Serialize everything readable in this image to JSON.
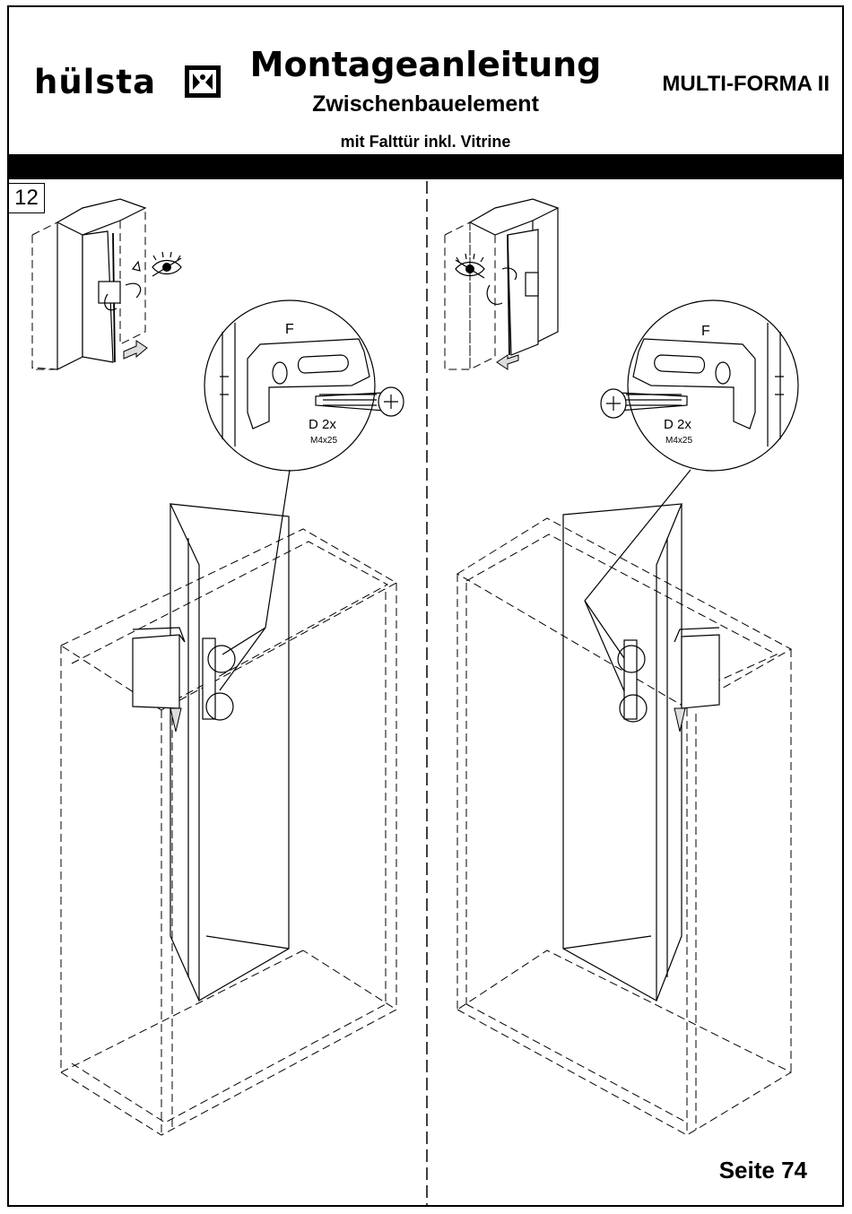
{
  "header": {
    "brand": "hülsta",
    "title": "Montageanleitung",
    "subtitle": "Zwischenbauelement",
    "subsubtitle": "mit Falttür inkl. Vitrine",
    "product": "MULTI-FORMA II"
  },
  "step_number": "12",
  "left_panel": {
    "detail_label": "F",
    "screw_count": "D 2x",
    "screw_size": "M4x25"
  },
  "right_panel": {
    "detail_label": "F",
    "screw_count": "D 2x",
    "screw_size": "M4x25"
  },
  "footer": {
    "page": "Seite 74"
  }
}
